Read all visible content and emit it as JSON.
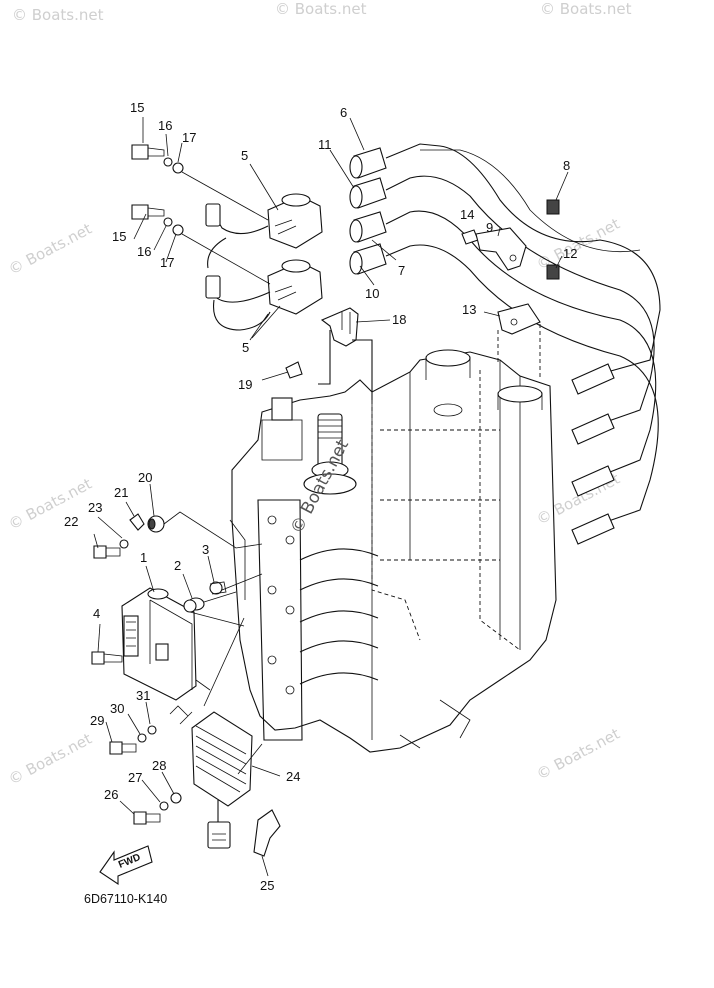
{
  "diagram_code": "6D67110-K140",
  "fwd_label": "FWD",
  "watermarks": [
    "© Boats.net",
    "© Boats.net",
    "© Boats.net",
    "© Boats.net",
    "© Boats.net",
    "© Boats.net",
    "© Boats.net",
    "© Boats.net",
    "© Boats.net"
  ],
  "center_watermark": "© Boats.net",
  "callouts": [
    {
      "id": "c1",
      "label": "1"
    },
    {
      "id": "c2",
      "label": "2"
    },
    {
      "id": "c3",
      "label": "3"
    },
    {
      "id": "c4",
      "label": "4"
    },
    {
      "id": "c5a",
      "label": "5"
    },
    {
      "id": "c5b",
      "label": "5"
    },
    {
      "id": "c6",
      "label": "6"
    },
    {
      "id": "c7",
      "label": "7"
    },
    {
      "id": "c8",
      "label": "8"
    },
    {
      "id": "c9",
      "label": "9"
    },
    {
      "id": "c10",
      "label": "10"
    },
    {
      "id": "c11",
      "label": "11"
    },
    {
      "id": "c12",
      "label": "12"
    },
    {
      "id": "c13",
      "label": "13"
    },
    {
      "id": "c14",
      "label": "14"
    },
    {
      "id": "c15a",
      "label": "15"
    },
    {
      "id": "c15b",
      "label": "15"
    },
    {
      "id": "c16a",
      "label": "16"
    },
    {
      "id": "c16b",
      "label": "16"
    },
    {
      "id": "c17a",
      "label": "17"
    },
    {
      "id": "c17b",
      "label": "17"
    },
    {
      "id": "c18",
      "label": "18"
    },
    {
      "id": "c19",
      "label": "19"
    },
    {
      "id": "c20",
      "label": "20"
    },
    {
      "id": "c21",
      "label": "21"
    },
    {
      "id": "c22",
      "label": "22"
    },
    {
      "id": "c23",
      "label": "23"
    },
    {
      "id": "c24",
      "label": "24"
    },
    {
      "id": "c25",
      "label": "25"
    },
    {
      "id": "c26",
      "label": "26"
    },
    {
      "id": "c27",
      "label": "27"
    },
    {
      "id": "c28",
      "label": "28"
    },
    {
      "id": "c29",
      "label": "29"
    },
    {
      "id": "c30",
      "label": "30"
    },
    {
      "id": "c31",
      "label": "31"
    }
  ]
}
